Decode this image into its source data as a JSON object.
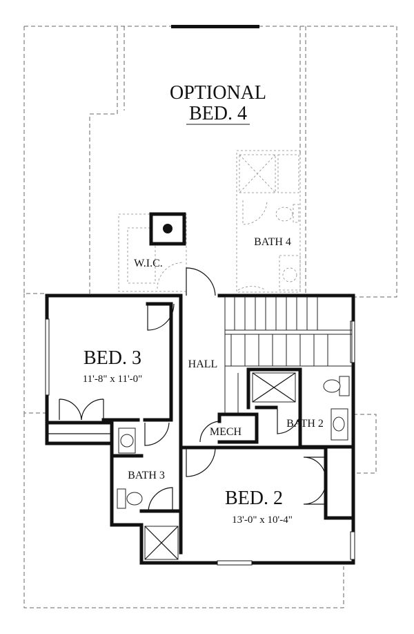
{
  "rooms": {
    "optional_bed4": {
      "line1": "OPTIONAL",
      "line2": "BED. 4"
    },
    "bath4": {
      "label": "BATH 4"
    },
    "wic": {
      "label": "W.I.C."
    },
    "bed3": {
      "label": "BED. 3",
      "dims": "11'-8\" x 11'-0\""
    },
    "hall": {
      "label": "HALL"
    },
    "mech": {
      "label": "MECH"
    },
    "bath2": {
      "label": "BATH 2"
    },
    "bath3": {
      "label": "BATH 3"
    },
    "bed2": {
      "label": "BED. 2",
      "dims": "13'-0\" x 10'-4\""
    }
  }
}
